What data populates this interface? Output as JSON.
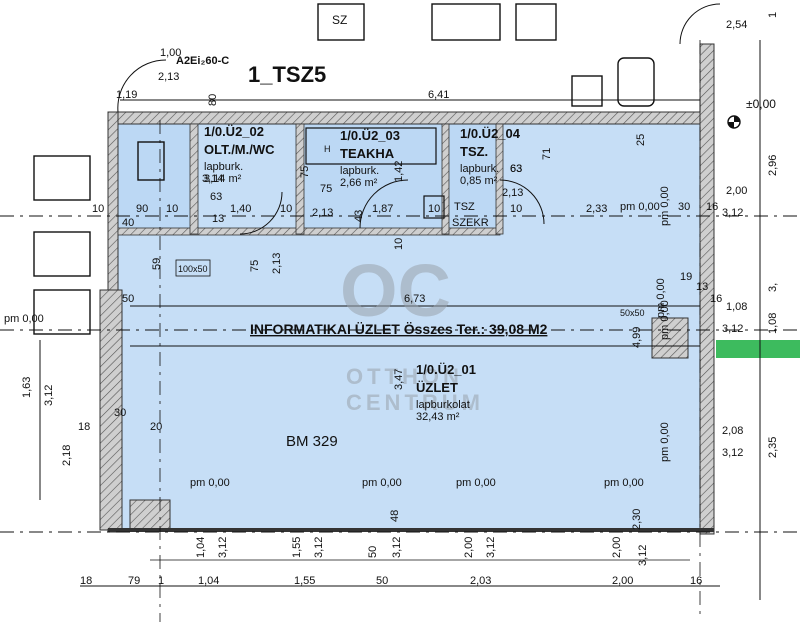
{
  "plan_code": "1_TSZ5",
  "door_tag": "A2Ei₂60-C",
  "total_label": "INFORMATIKAI ÜZLET Összes Ter.: 39,08 M2",
  "rooms": [
    {
      "code": "1/0.Ü2_02",
      "name": "OLT./M./WC",
      "floor": "lapburk.",
      "area": "3,14 m²"
    },
    {
      "code": "1/0.Ü2_03",
      "name": "TEAKHA",
      "floor": "lapburk.",
      "area": "2,66 m²"
    },
    {
      "code": "1/0.Ü2_04",
      "name": "TSZ.",
      "floor": "lapburk.",
      "area": "0,85 m²"
    },
    {
      "code": "1/0.Ü2_01",
      "name": "ÜZLET",
      "floor": "lapburkolat",
      "area": "32,43 m²"
    }
  ],
  "level_mark": "±0,00",
  "beam_label": "BM 329",
  "tsz_label": "TSZ",
  "szekr_label": "SZEKR",
  "sz_label": "SZ",
  "h_label": "H",
  "opening_labels": [
    "100x50",
    "50x50"
  ],
  "pm_labels": [
    "pm 0,00",
    "pm 0,00",
    "pm 0,00",
    "pm 0,00",
    "pm 0,00",
    "pm 0,00",
    "pm 0,00",
    "pm 0,00",
    "pm 0,00",
    "pm 0,00"
  ],
  "watermark": {
    "big": "OC",
    "line1": "OTTHON",
    "line2": "CENTRUM"
  },
  "dimensions": [
    "1,00",
    "2,13",
    "1,19",
    "80",
    "6,41",
    "2,54",
    "1",
    "2,96",
    "2,00",
    "3,12",
    "3,",
    "1,08",
    "3,12",
    "1,08",
    "2,08",
    "3,12",
    "2,35",
    "63",
    "3,14",
    "10",
    "90",
    "40",
    "10",
    "1,40",
    "13",
    "10",
    "2,13",
    "75",
    "1,87",
    "43",
    "10",
    "10",
    "2,33",
    "30",
    "16",
    "63",
    "2,13",
    "71",
    "25",
    "1,42",
    "75",
    "59",
    "75",
    "2,13",
    "10",
    "6,73",
    "19",
    "13",
    "16",
    "50",
    "4,99",
    "3,47",
    "1,63",
    "3,12",
    "2,18",
    "18",
    "30",
    "20",
    "48",
    "2,30",
    "1,04",
    "3,12",
    "1,55",
    "3,12",
    "50",
    "3,12",
    "2,00",
    "3,12",
    "2,00",
    "3,12",
    "18",
    "79",
    "1",
    "1,04",
    "1,55",
    "50",
    "2,03",
    "2,00",
    "16",
    "63"
  ],
  "colors": {
    "room_fill": "#c6def6",
    "wall": "#9a9a9a",
    "line": "#111111",
    "green": "#3dbb5e",
    "watermark": "#9aa3ad"
  }
}
